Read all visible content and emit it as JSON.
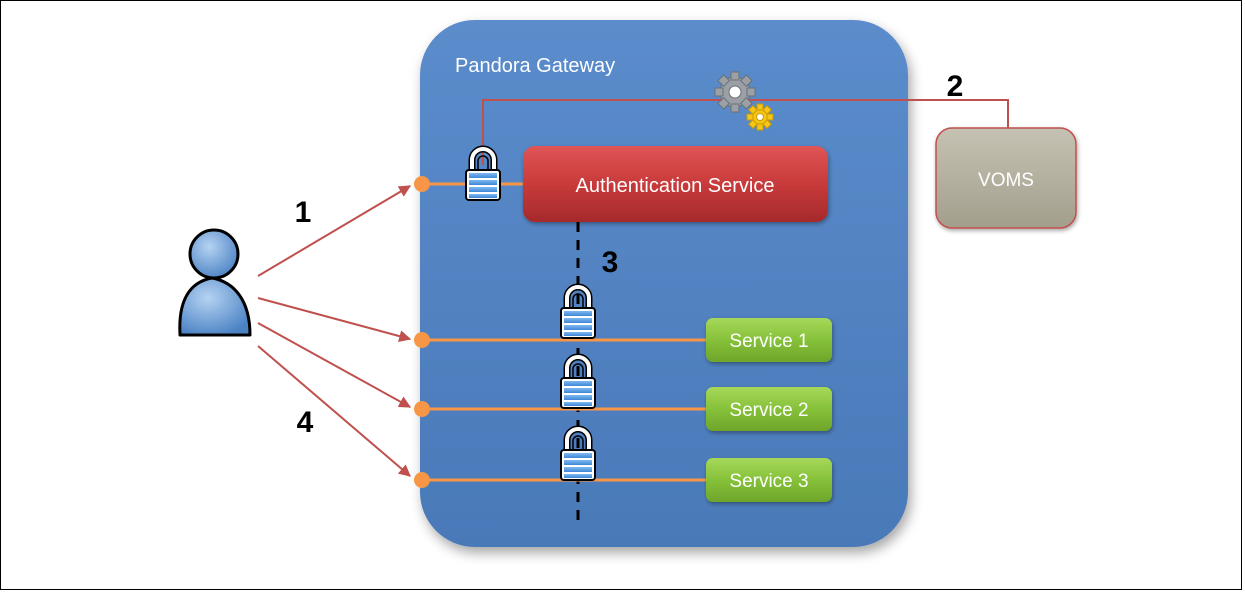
{
  "gateway": {
    "title": "Pandora Gateway"
  },
  "auth_service": {
    "label": "Authentication Service"
  },
  "voms": {
    "label": "VOMS"
  },
  "services": [
    {
      "label": "Service 1"
    },
    {
      "label": "Service 2"
    },
    {
      "label": "Service 3"
    }
  ],
  "step_numbers": {
    "one": "1",
    "two": "2",
    "three": "3",
    "four": "4"
  },
  "colors": {
    "gateway_fill": "#4f81bd",
    "auth_fill": "#c0393b",
    "service_fill": "#8dc63f",
    "voms_fill": "#b5b09f",
    "connector_line": "#c0504d",
    "orange_line": "#f79646",
    "lock_blue": "#5aa0e6"
  },
  "icons": [
    "user-icon",
    "gears-icon",
    "padlock-icon"
  ]
}
